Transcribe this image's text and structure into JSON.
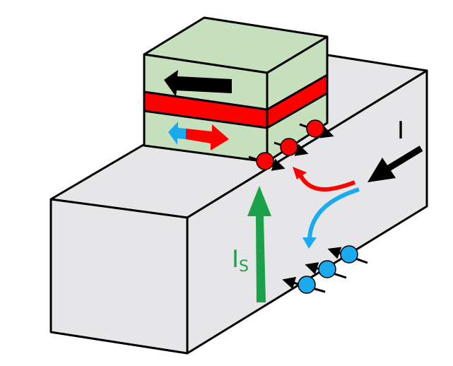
{
  "labels": {
    "charge_current": "I",
    "spin_current_main": "I",
    "spin_current_sub": "S"
  },
  "colors": {
    "substrate": "#e6e5e7",
    "magnet_layer": "#c6dfbd",
    "spacer_layer": "#ff0000",
    "spin_up": "#ff0000",
    "spin_down": "#1aaaf0",
    "spin_current": "#1aa14a",
    "outline": "#000000"
  }
}
